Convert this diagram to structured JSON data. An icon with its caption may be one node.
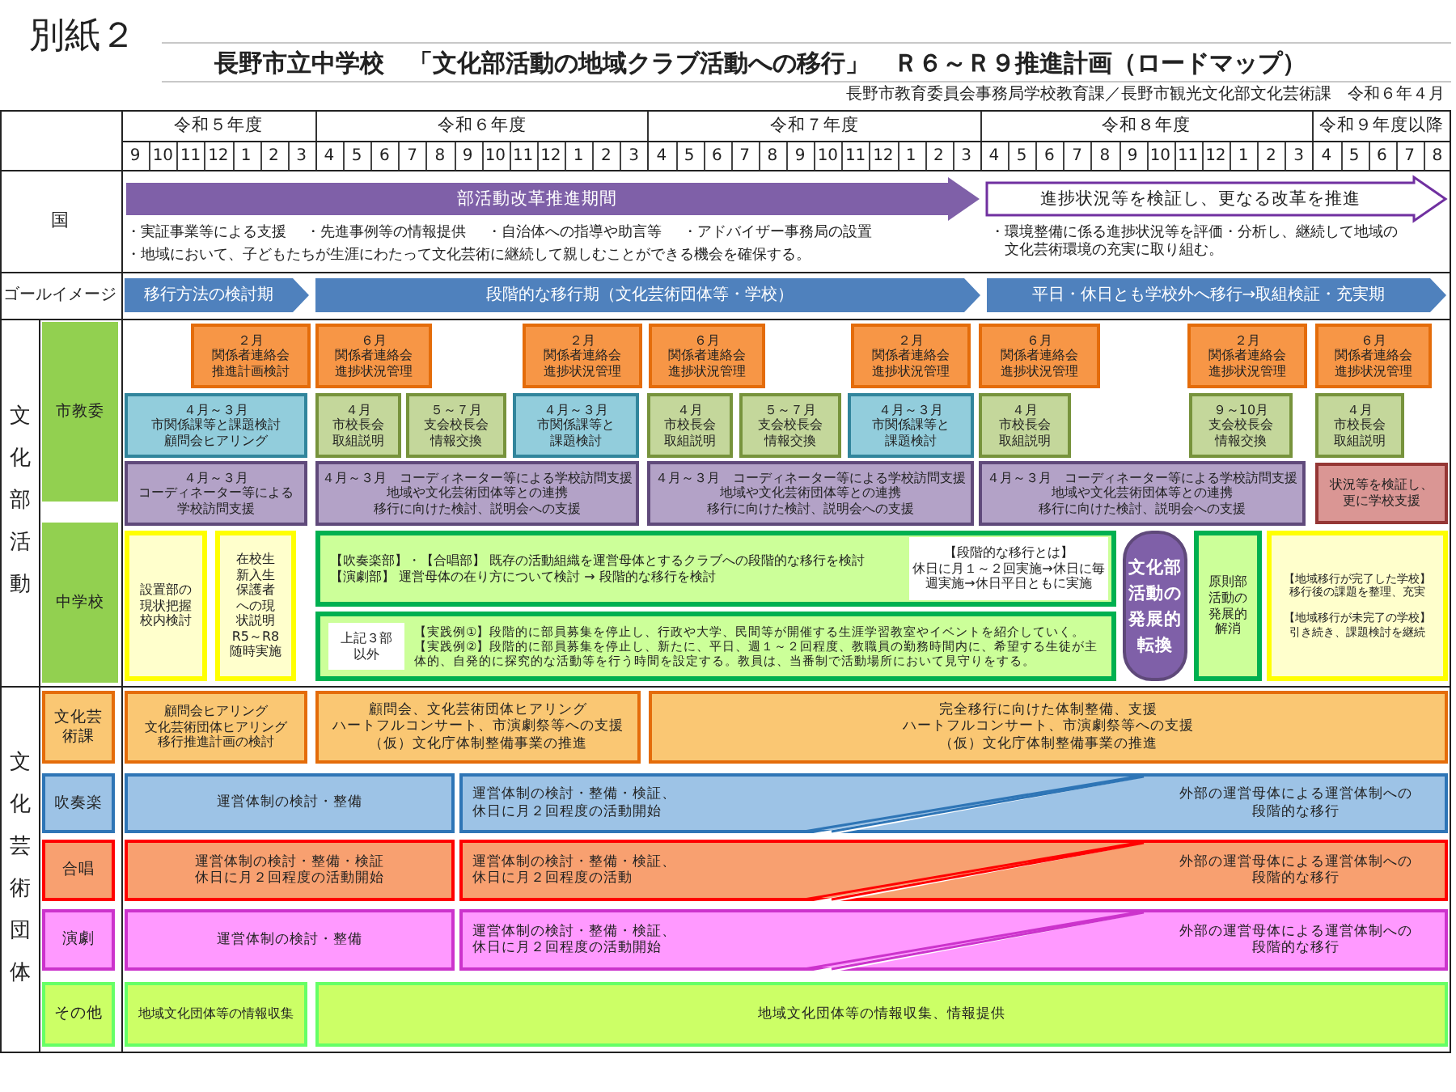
{
  "diagram": {
    "title": "長野市立中学校　「文化部活動の地域クラブ活動への移行」　Ｒ６～Ｒ９推進計画（ロードマップ）",
    "nodes": [
      {
        "text": [
          "部活動改革推進期間"
        ]
      },
      {
        "text": [
          "進捗状況等を検証し、更なる改革を推進"
        ]
      },
      {
        "text": [
          "移行方法の検討期"
        ]
      },
      {
        "text": [
          "段階的な移行期（文化芸術団体等・学校）"
        ]
      },
      {
        "text": [
          "平日・休日とも学校外へ移行→取組検証・充実期"
        ]
      },
      {
        "text": [
          "市教委"
        ]
      },
      {
        "text": [
          "２月",
          "関係者連絡会",
          "推進計画検討"
        ]
      },
      {
        "text": [
          "６月",
          "関係者連絡会",
          "進捗状況管理"
        ]
      },
      {
        "text": [
          "２月",
          "関係者連絡会",
          "進捗状況管理"
        ]
      },
      {
        "text": [
          "６月",
          "関係者連絡会",
          "進捗状況管理"
        ]
      },
      {
        "text": [
          "２月",
          "関係者連絡会",
          "進捗状況管理"
        ]
      },
      {
        "text": [
          "６月",
          "関係者連絡会",
          "進捗状況管理"
        ]
      },
      {
        "text": [
          "２月",
          "関係者連絡会",
          "進捗状況管理"
        ]
      },
      {
        "text": [
          "６月",
          "関係者連絡会",
          "進捗状況管理"
        ]
      },
      {
        "text": [
          "４月～３月",
          "市関係課等と課題検討",
          "顧問会ヒアリング"
        ]
      },
      {
        "text": [
          "４月",
          "市校長会",
          "取組説明"
        ]
      },
      {
        "text": [
          "５～７月",
          "支会校長会",
          "情報交換"
        ]
      },
      {
        "text": [
          "４月～３月",
          "市関係課等と課題検討"
        ]
      },
      {
        "text": [
          "４月",
          "市校長会",
          "取組説明"
        ]
      },
      {
        "text": [
          "５～７月",
          "支会校長会",
          "情報交換"
        ]
      },
      {
        "text": [
          "４月～３月",
          "市関係課等と課題検討"
        ]
      },
      {
        "text": [
          "４月",
          "市校長会",
          "取組説明"
        ]
      },
      {
        "text": [
          "９～10月",
          "支会校長会",
          "情報交換"
        ]
      },
      {
        "text": [
          "４月",
          "市校長会",
          "取組説明"
        ]
      },
      {
        "text": [
          "４月～３月",
          "コーディネーター等による学校訪問支援"
        ]
      },
      {
        "text": [
          "４月～３月　コーディネーター等による学校訪問支援",
          "地域や文化芸術団体等との連携",
          "移行に向けた検討、説明会への支援"
        ]
      },
      {
        "text": [
          "４月～３月　コーディネーター等による学校訪問支援",
          "地域や文化芸術団体等との連携",
          "移行に向けた検討、説明会への支援"
        ]
      },
      {
        "text": [
          "４月～３月　コーディネーター等による学校訪問支援",
          "地域や文化芸術団体等との連携",
          "移行に向けた検討、説明会への支援"
        ]
      },
      {
        "text": [
          "状況等を検証し、更に学校支援"
        ]
      },
      {
        "text": [
          "中学校"
        ]
      },
      {
        "text": [
          "設置部の現状把握",
          "校内検討"
        ]
      },
      {
        "text": [
          "在校生新入生保護者への現状説明",
          "R5～R8",
          "随時実施"
        ]
      },
      {
        "text": [
          "【吹奏楽部】・【合唱部】 既存の活動組織を運営母体とするクラブへの段階的な移行を検討",
          "【演劇部】 運営母体の在り方について検討 → 段階的な移行を検討"
        ]
      },
      {
        "text": [
          "【段階的な移行とは】",
          "休日に月１～２回実施→休日に毎週実施→休日平日ともに実施"
        ],
        "in": 32
      },
      {
        "text": [
          "文化部活動の発展的転換"
        ]
      },
      {
        "text": [
          "原則部活動の発展的解消"
        ]
      },
      {
        "text": [
          "【地域移行が完了した学校】",
          "移行後の課題を整理、充実",
          "【地域移行が未完了の学校】",
          "引き続き、課題検討を継続"
        ]
      },
      {
        "text": [
          "【実践例①】段階的に部員募集を停止し、行政や大学、民間等が開催する生涯学習教室やイベントを紹介していく。",
          "【実践例②】段階的に部員募集を停止し、新たに、平日、週１～２回程度、教職員の勤務時間内に、希望する生徒が主体的、自発的に探究的な活動等を行う時間を設定する。教員は、当番制で活動場所において見守りをする。"
        ]
      },
      {
        "text": [
          "上記３部以外"
        ],
        "in": 37
      },
      {
        "text": [
          "文化芸術課"
        ]
      },
      {
        "text": [
          "顧問会ヒアリング",
          "文化芸術団体ヒアリング",
          "移行推進計画の検討"
        ]
      },
      {
        "text": [
          "顧問会、文化芸術団体ヒアリング",
          "ハートフルコンサート、市演劇祭等への支援",
          "（仮）文化庁体制整備事業の推進"
        ]
      },
      {
        "text": [
          "完全移行に向けた体制整備、支援",
          "ハートフルコンサート、市演劇祭等への支援",
          "（仮）文化庁体制整備事業の推進"
        ]
      },
      {
        "text": [
          "吹奏楽"
        ]
      },
      {
        "text": [
          "運営体制の検討・整備"
        ]
      },
      {
        "text": [
          "運営体制の検討・整備・検証、休日に月２回程度の活動開始",
          "外部の運営母体による運営体制への段階的な移行"
        ]
      },
      {
        "text": [
          "合唱"
        ]
      },
      {
        "text": [
          "運営体制の検討・整備・検証",
          "休日に月２回程度の活動開始"
        ]
      },
      {
        "text": [
          "運営体制の検討・整備・検証、休日に月２回程度の活動",
          "外部の運営母体による運営体制への段階的な移行"
        ]
      },
      {
        "text": [
          "演劇"
        ]
      },
      {
        "text": [
          "運営体制の検討・整備"
        ]
      },
      {
        "text": [
          "運営体制の検討・整備・検証、休日に月２回程度の活動開始",
          "外部の運営母体による運営体制への段階的な移行"
        ]
      },
      {
        "text": [
          "その他"
        ]
      },
      {
        "text": [
          "地域文化団体等の情報収集"
        ]
      },
      {
        "text": [
          "地域文化団体等の情報収集、情報提供"
        ]
      }
    ],
    "labels": [
      "別紙２",
      "長野市教育委員会事務局学校教育課／長野市観光文化部文化芸術課　令和６年４月",
      "令和５年度",
      "令和６年度",
      "令和７年度",
      "令和８年度",
      "令和９年度以降",
      "9",
      "10",
      "11",
      "12",
      "1",
      "2",
      "3",
      "4",
      "5",
      "6",
      "7",
      "8",
      "9",
      "10",
      "11",
      "12",
      "1",
      "2",
      "3",
      "4",
      "5",
      "6",
      "7",
      "8",
      "9",
      "10",
      "11",
      "12",
      "1",
      "2",
      "3",
      "4",
      "5",
      "6",
      "7",
      "8",
      "9",
      "10",
      "11",
      "12",
      "1",
      "2",
      "3",
      "4",
      "5",
      "6",
      "7",
      "8",
      "国",
      "・実証事業等による支援",
      "・先進事例等の情報提供",
      "・自治体への指導や助言等",
      "・アドバイザー事務局の設置",
      "・地域において、子どもたちが生涯にわたって文化芸術に継続して親しむことができる機会を確保する。",
      "・環境整備に係る進捗状況等を評価・分析し、継続して地域の文化芸術環境の充実に取り組む。",
      "ゴールイメージ",
      "文化部活動",
      "文化芸術団体"
    ]
  }
}
